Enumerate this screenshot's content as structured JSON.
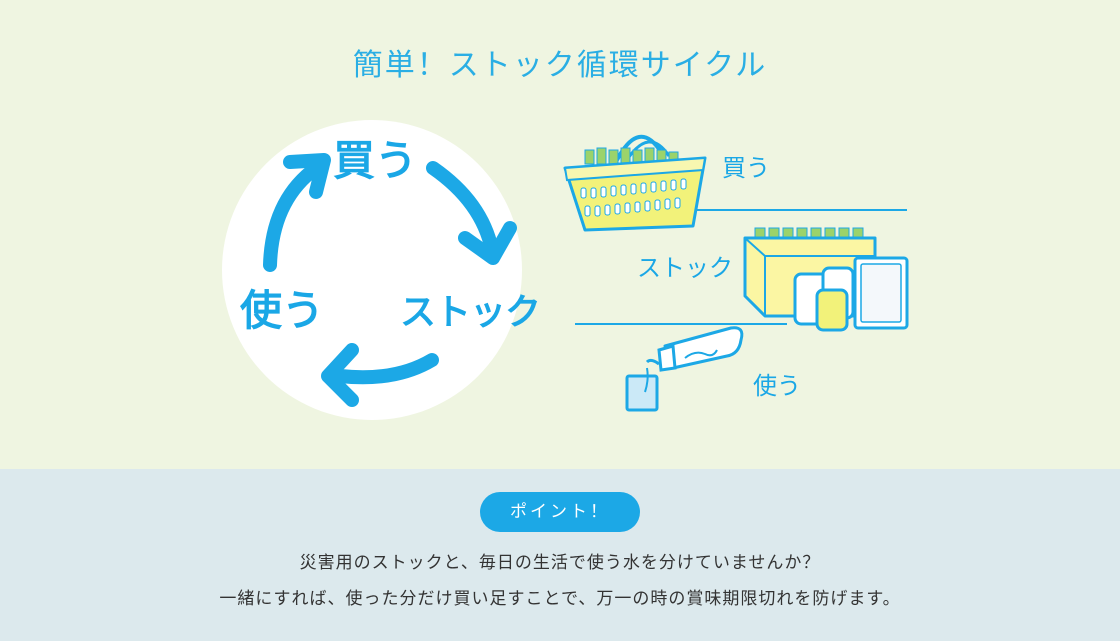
{
  "title": "簡単！ストック循環サイクル",
  "cycle": {
    "buy": "買う",
    "stock": "ストック",
    "use": "使う"
  },
  "stages": {
    "buy": "買う",
    "stock": "ストック",
    "use": "使う"
  },
  "point": {
    "badge": "ポイント！",
    "lines": [
      "災害用のストックと、毎日の生活で使う水を分けていませんか？",
      "一緒にすれば、使った分だけ買い足すことで、万一の時の賞味期限切れを防げます。"
    ]
  },
  "colors": {
    "accent": "#1ca8e6",
    "top_background": "#eff5e1",
    "bottom_background": "#dce9ed",
    "basket_yellow": "#f2f27a",
    "box_yellow": "#fbf6a3",
    "bottle_green": "#9bd36b"
  },
  "icons": [
    "basket-icon",
    "stock-box-icon",
    "pouring-bottle-icon",
    "cycle-arrow-icon"
  ]
}
